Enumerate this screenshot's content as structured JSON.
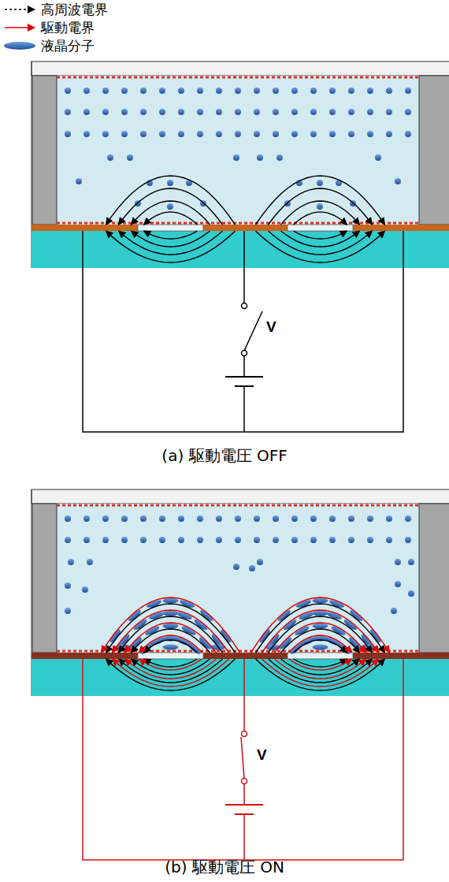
{
  "diagram": {
    "labels": [
      "V",
      "(a) 駆動電圧 OFF",
      "V",
      "(b) 駆動電圧 ON"
    ],
    "legend": [
      {
        "text": "高周波電界"
      },
      {
        "text": "駆動電界"
      },
      {
        "text": "液晶分子"
      }
    ]
  }
}
